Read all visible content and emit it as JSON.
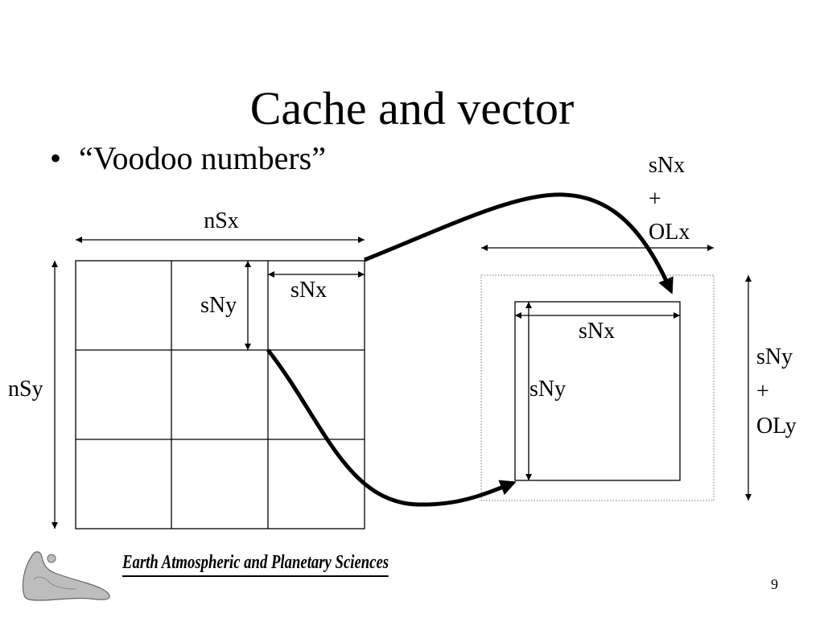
{
  "slide": {
    "title": "Cache and vector",
    "bullet": "“Voodoo numbers”",
    "bullet_marker": "•",
    "page_number": "9",
    "footer": "Earth Atmospheric and Planetary Sciences"
  },
  "diagram": {
    "left": {
      "width_label": "nSx",
      "height_label": "nSy",
      "sub_width_label": "sNx",
      "sub_height_label": "sNy",
      "rows": 3,
      "cols": 3
    },
    "right": {
      "outer_width_label": [
        "sNx",
        "+",
        "OLx"
      ],
      "outer_height_label": [
        "sNy",
        "+",
        "OLy"
      ],
      "inner_width_label": "sNx",
      "inner_height_label": "sNy"
    }
  }
}
